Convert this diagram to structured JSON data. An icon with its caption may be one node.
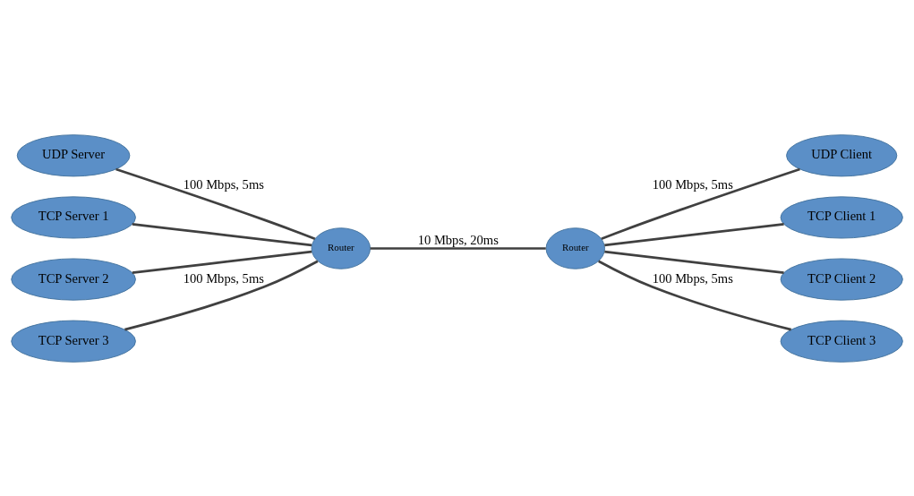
{
  "diagram": {
    "nodes": [
      {
        "text": [
          "UDP Server"
        ]
      },
      {
        "text": [
          "TCP Server 1"
        ]
      },
      {
        "text": [
          "TCP Server 2"
        ]
      },
      {
        "text": [
          "TCP Server 3"
        ]
      },
      {
        "text": [
          "Router"
        ]
      },
      {
        "text": [
          "Router"
        ]
      },
      {
        "text": [
          "UDP Client"
        ]
      },
      {
        "text": [
          "TCP Client 1"
        ]
      },
      {
        "text": [
          "TCP Client 2"
        ]
      },
      {
        "text": [
          "TCP Client 3"
        ]
      }
    ],
    "edges": [
      {
        "from": 0,
        "to": 4,
        "arrow": "none",
        "label": "100 Mbps, 5ms"
      },
      {
        "from": 1,
        "to": 4,
        "arrow": "none"
      },
      {
        "from": 2,
        "to": 4,
        "arrow": "none"
      },
      {
        "from": 3,
        "to": 4,
        "arrow": "none",
        "label": "100 Mbps, 5ms"
      },
      {
        "from": 4,
        "to": 5,
        "arrow": "none",
        "label": "10 Mbps, 20ms"
      },
      {
        "from": 5,
        "to": 6,
        "arrow": "none",
        "label": "100 Mbps, 5ms"
      },
      {
        "from": 5,
        "to": 7,
        "arrow": "none"
      },
      {
        "from": 5,
        "to": 8,
        "arrow": "none"
      },
      {
        "from": 5,
        "to": 9,
        "arrow": "none",
        "label": "100 Mbps, 5ms"
      }
    ]
  }
}
